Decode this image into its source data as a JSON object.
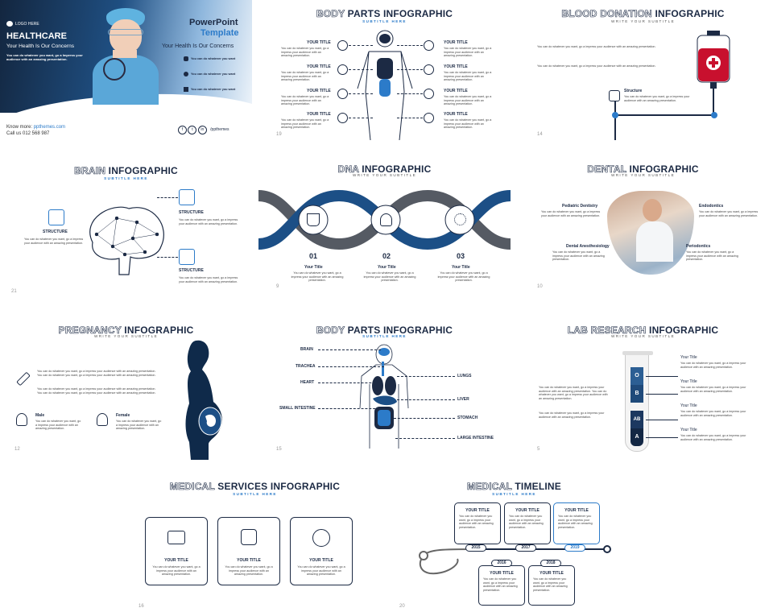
{
  "cover": {
    "logo": "LOGO HERE",
    "heading": "HEALTHCARE",
    "tagline": "Your Health Is Our Concerns",
    "intro": "You can do whatever you want, go a Impress your audience with an amazing presentation.",
    "ppt1": "PowerPoint",
    "ppt2": "Template",
    "concern": "Your Health Is Our Concerns",
    "features": [
      "You can do whatever you want",
      "You can do whatever you want",
      "You can do whatever you want"
    ],
    "know_label": "Know more:",
    "know_link": "ppthemes.com",
    "call": "Call us 012 568 987",
    "handle": "/ppthemes",
    "social": [
      "f",
      "t",
      "in"
    ]
  },
  "s_body1": {
    "title_o": "BODY",
    "title_r": " PARTS INFOGRAPHIC",
    "subtitle": "SUBTITLE HERE",
    "item_title": "YOUR TITLE",
    "item_body": "You can do whatever you want, go a impress your audience with an amazing presentation.",
    "num": "19"
  },
  "s_blood": {
    "title_o": "BLOOD DONATION",
    "title_r": " INFOGRAPHIC",
    "subtitle": "WRITE YOUR SUBTITLE",
    "p1": "You can do whatever you want, go a impress your audience with an amazing presentation.",
    "p2": "You can do whatever you want, go a impress your audience with an amazing presentation.",
    "st_title": "Structure",
    "st_body": "You can do whatever you want, go a impress your audience with an amazing presentation.",
    "num": "14"
  },
  "s_brain": {
    "title_o": "BRAIN",
    "title_r": " INFOGRAPHIC",
    "subtitle": "SUBTITLE HERE",
    "labels": [
      "STRUCTURE",
      "STRUCTURE",
      "STRUCTURE"
    ],
    "body": "You can do whatever you want, go a impress your audience with an amazing presentation.",
    "num": "21"
  },
  "s_dna": {
    "title_o": "DNA",
    "title_r": " INFOGRAPHIC",
    "subtitle": "WRITE YOUR SUBTITLE",
    "steps": [
      {
        "n": "01",
        "t": "Your Title"
      },
      {
        "n": "02",
        "t": "Your Title"
      },
      {
        "n": "03",
        "t": "Your Title"
      }
    ],
    "body": "You can do whatever you want, go a impress your audience with an amazing presentation.",
    "num": "9"
  },
  "s_dental": {
    "title_o": "DENTAL",
    "title_r": " INFOGRAPHIC",
    "subtitle": "WRITE YOUR SUBTITLE",
    "items": [
      "Pediatric Dentistry",
      "Endodontics",
      "Dental Anesthesiology",
      "Periodontics"
    ],
    "body": "You can do whatever you want, go a impress your audience with an amazing presentation.",
    "num": "10"
  },
  "s_preg": {
    "title_o": "PREGNANCY",
    "title_r": " INFOGRAPHIC",
    "subtitle": "WRITE YOUR SUBTITLE",
    "p1": "You can do whatever you want, go a impress your audience with an amazing presentation. You can do whatever you want, go a impress your audience with an amazing presentation.",
    "p2": "You can do whatever you want, go a impress your audience with an amazing presentation. You can do whatever you want, go a impress your audience with an amazing presentation.",
    "male": "Male",
    "female": "Female",
    "body": "You can do whatever you want, go a impress your audience with an amazing presentation.",
    "num": "12"
  },
  "s_body2": {
    "title_o": "BODY",
    "title_r": " PARTS INFOGRAPHIC",
    "subtitle": "SUBTITLE HERE",
    "left": [
      "BRAIN",
      "TRACHEA",
      "HEART",
      "SMALL INTESTINE"
    ],
    "right": [
      "LUNGS",
      "LIVER",
      "STOMACH",
      "LARGE INTESTINE"
    ],
    "num": "15"
  },
  "s_lab": {
    "title_o": "LAB RESEARCH",
    "title_r": " INFOGRAPHIC",
    "subtitle": "WRITE YOUR SUBTITLE",
    "groups": [
      "O",
      "B",
      "AB",
      "A"
    ],
    "item_title": "Your Title",
    "body": "You can do whatever you want, go a impress your audience with an amazing presentation.",
    "p1": "You can do whatever you want, go a impress your audience with an amazing presentation. You can do whatever you want, go a impress your audience with an amazing presentation.",
    "p2": "You can do whatever you want, go a impress your audience with an amazing presentation.",
    "num": "5"
  },
  "s_serv": {
    "title_o": "MEDICAL",
    "title_r": " SERVICES INFOGRAPHIC",
    "subtitle": "SUBTITLE HERE",
    "card_title": "YOUR TITLE",
    "card_body": "You can do whatever you want, go a impress your audience with an amazing presentation.",
    "num": "16"
  },
  "s_time": {
    "title_o": "MEDICAL",
    "title_r": " TIMELINE",
    "subtitle": "SUBTITLE HERE",
    "years": [
      "2015",
      "2016",
      "2017",
      "2018",
      "2019"
    ],
    "card_title": "YOUR TITLE",
    "card_body": "You can do whatever you want, go a impress your audience with an amazing presentation.",
    "num": "20"
  },
  "colors": {
    "navy": "#1c2a44",
    "blue": "#2c7bc9",
    "red": "#c8102e"
  }
}
